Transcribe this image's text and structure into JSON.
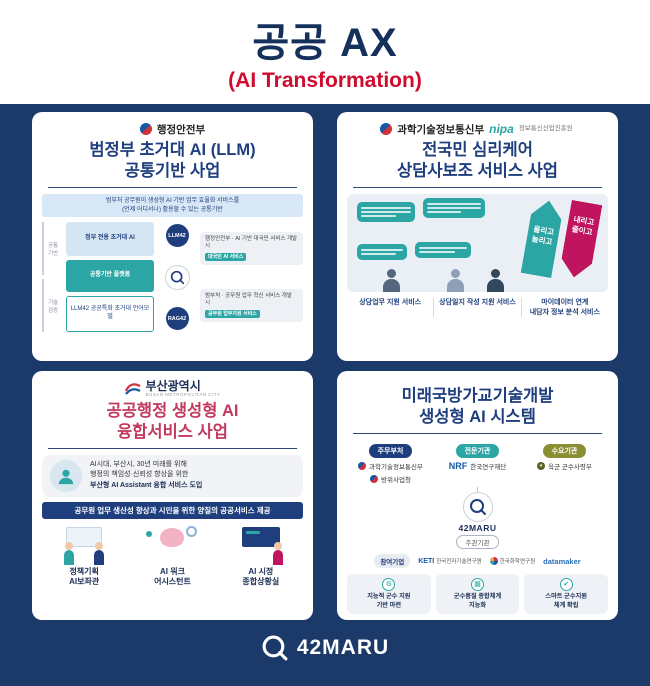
{
  "header": {
    "title": "공공 AX",
    "subtitle": "(AI Transformation)"
  },
  "footer": {
    "brand": "42MARU"
  },
  "card_llm": {
    "org": "행정안전부",
    "title1": "범정부 초거대 AI (LLM)",
    "title2": "공통기반 사업",
    "banner1": "범부처 공무원이 생성형 AI 기반 업무 효율화 서비스를",
    "banner2": "(언제 어디서나) 활용할 수 있는 공통기반",
    "side1": "공통 기반",
    "side2": "기술 검증",
    "stack1": "정부 전용 초거대 AI",
    "stack2": "공통기반 플랫폼",
    "stack3": "LLM42 공공특화 초거대 언어모델",
    "badge1": "LLM42",
    "badge2": "RAG42",
    "flow1": "행정안전부 · AI 기반 대국민 서비스 개발 시",
    "flow1_tag": "대국민 AI 서비스",
    "flow2": "범부처 · 공무원 업무 혁신 서비스 개발 시",
    "flow2_tag": "공무원 업무지원 서비스"
  },
  "card_psy": {
    "org1": "과학기술정보통신부",
    "org2_logo": "nipa",
    "org2": "정보통신산업진흥원",
    "title1": "전국민 심리케어",
    "title2": "상담사보조 서비스 사업",
    "up1": "올리고",
    "up2": "늘리고",
    "down1": "내리고",
    "down2": "줄이고",
    "svc1": "상담업무 지원 서비스",
    "svc2": "상담일지 작성 지원 서비스",
    "svc3a": "마이데이터 연계",
    "svc3b": "내담자 정보 분석 서비스"
  },
  "card_busan": {
    "org": "부산광역시",
    "org_en": "BUSAN METROPOLITAN CITY",
    "title1": "공공행정 생성형 AI",
    "title2": "융합서비스 사업",
    "desc1": "AI시대, 부산시, 30년 미래를 위해",
    "desc2": "행정의 책임성·신뢰성 향상을 위한",
    "desc3": "부산형 AI Assistant 융합 서비스 도입",
    "bar": "공무원 업무 생산성 향상과 시민을 위한 양질의 공공서비스 제공",
    "item1a": "정책기획",
    "item1b": "AI보좌관",
    "item2a": "AI 워크",
    "item2b": "어시스턴트",
    "item3a": "AI 시정",
    "item3b": "종합상황실"
  },
  "card_defense": {
    "title1": "미래국방가교기술개발",
    "title2": "생성형 AI 시스템",
    "pill1": "주무부처",
    "pill2": "전문기관",
    "pill3": "수요기관",
    "org1a": "과학기술정보통신부",
    "org1b": "방위사업청",
    "org2_logo": "NRF",
    "org2": "한국연구재단",
    "org3": "육군 군수사령부",
    "center_brand": "42MARU",
    "center_role": "주관기관",
    "partners_label": "참여기업",
    "partner1_logo": "KETI",
    "partner1": "한국전자기술연구원",
    "partner2": "한국화학연구원",
    "partner3": "datamaker",
    "box1a": "지능적 군수 지원",
    "box1b": "기반 마련",
    "box2a": "군수품질 종합체계",
    "box2b": "지능화",
    "box3a": "스마트 군수지원",
    "box3b": "체계 확립"
  }
}
